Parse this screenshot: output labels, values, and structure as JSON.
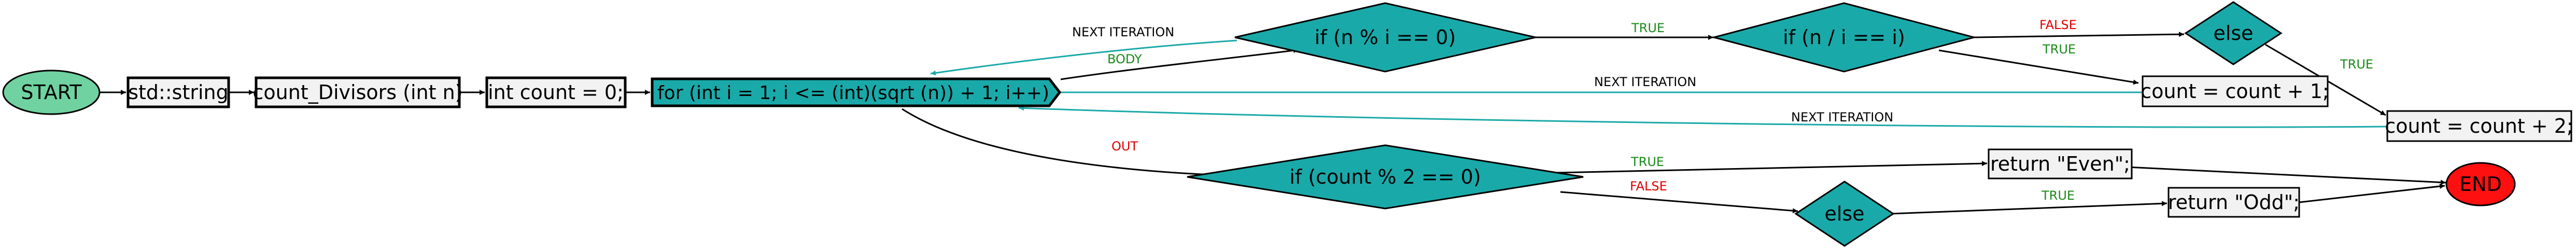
{
  "colors": {
    "teal": "#1aa9a9",
    "terminal_start": "#6fd2a0",
    "terminal_end": "#ff1010",
    "box_fill": "#f2f2f2",
    "edge_black": "#000000",
    "edge_teal": "#1aa9a9",
    "label_black": "#000000",
    "label_green": "#1a8a1a",
    "label_red": "#e00000"
  },
  "nodes": {
    "start": "START",
    "std_string": "std::string",
    "count_divisors": "count_Divisors (int n)",
    "int_count": "int count = 0;",
    "for_loop": "for (int i = 1; i <= (int)(sqrt (n)) + 1; i++)",
    "if_mod": "if (n % i == 0)",
    "if_div": "if (n / i == i)",
    "else_top": "else",
    "count_plus_1": "count = count + 1;",
    "count_plus_2": "count = count + 2;",
    "if_even": "if (count % 2 == 0)",
    "else_bottom": "else",
    "return_even": "return \"Even\";",
    "return_odd": "return \"Odd\";",
    "end": "END"
  },
  "edge_labels": {
    "next_iteration_1": "NEXT ITERATION",
    "body": "BODY",
    "true_mod": "TRUE",
    "false_div": "FALSE",
    "true_div": "TRUE",
    "true_else": "TRUE",
    "next_iteration_2": "NEXT ITERATION",
    "next_iteration_3": "NEXT ITERATION",
    "out": "OUT",
    "true_even": "TRUE",
    "false_even": "FALSE",
    "true_odd": "TRUE"
  }
}
